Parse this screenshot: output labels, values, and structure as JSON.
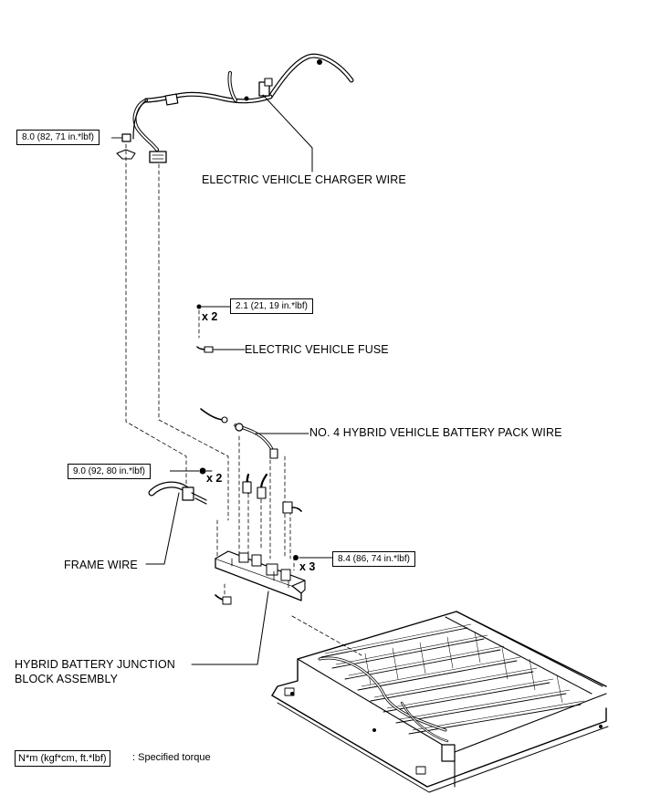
{
  "components": {
    "charger_wire": "ELECTRIC VEHICLE CHARGER WIRE",
    "fuse": "ELECTRIC VEHICLE FUSE",
    "pack_wire": "NO. 4 HYBRID VEHICLE BATTERY PACK WIRE",
    "frame_wire": "FRAME WIRE",
    "junction_block_line1": "HYBRID BATTERY JUNCTION",
    "junction_block_line2": "BLOCK ASSEMBLY"
  },
  "torques": {
    "charger_bolt": "8.0 (82, 71 in.*lbf)",
    "fuse_nut": "2.1 (21, 19 in.*lbf)",
    "frame_nut": "9.0 (92, 80 in.*lbf)",
    "junction_nut": "8.4 (86, 74 in.*lbf)"
  },
  "quantities": {
    "fuse_nut": "x 2",
    "frame_nut": "x 2",
    "junction_nut": "x 3"
  },
  "legend": {
    "unit": "N*m (kgf*cm, ft.*lbf)",
    "meaning": ": Specified torque"
  }
}
